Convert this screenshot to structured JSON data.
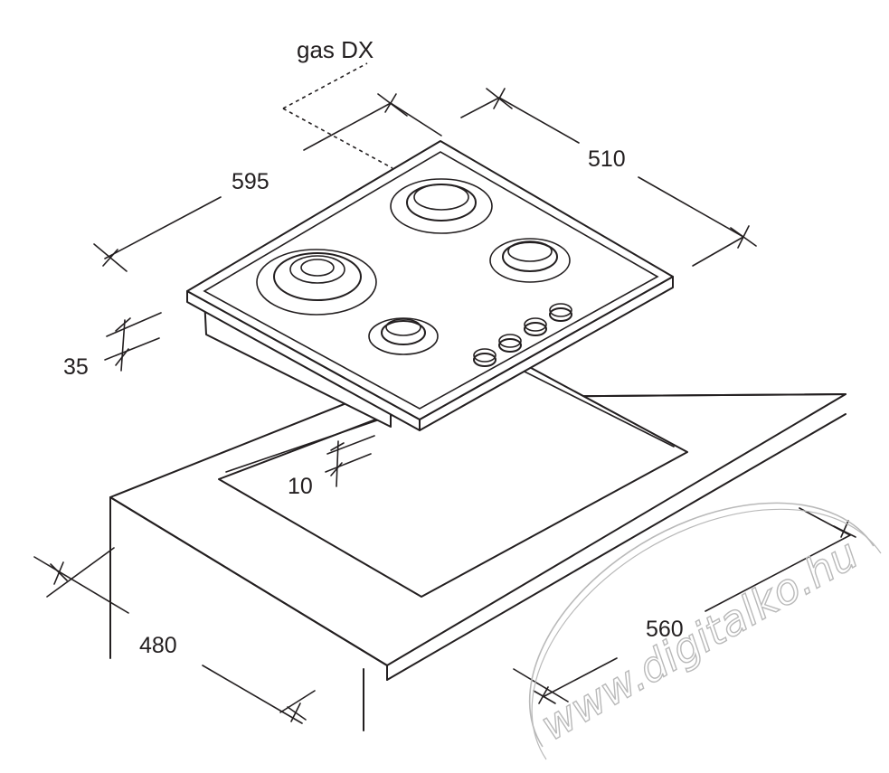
{
  "labels": {
    "gas_connection": "gas DX",
    "hob_width": "595",
    "hob_depth": "510",
    "hob_height": "35",
    "cutout_gap": "10",
    "cutout_depth": "480",
    "cutout_width": "560"
  },
  "watermark": "www.digitalko.hu",
  "colors": {
    "line": "#231f20",
    "watermark": "#b9b9b9",
    "background": "#ffffff"
  }
}
